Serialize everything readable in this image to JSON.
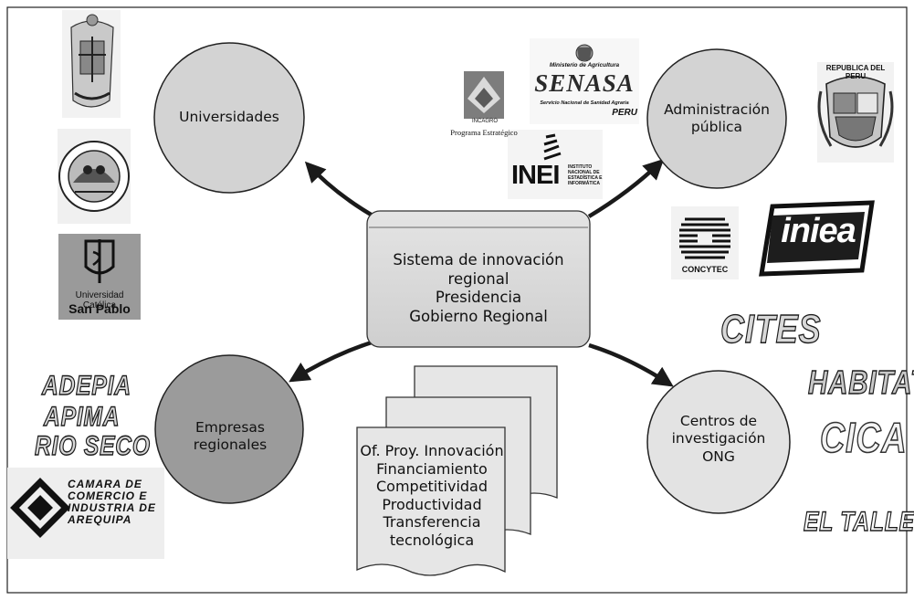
{
  "center": {
    "lines": [
      "Sistema de innovación",
      "regional",
      "Presidencia",
      "Gobierno Regional"
    ]
  },
  "nodes": {
    "universidades": "Universidades",
    "administracion": [
      "Administración",
      "pública"
    ],
    "empresas": [
      "Empresas",
      "regionales"
    ],
    "centros": [
      "Centros de",
      "investigación",
      "ONG"
    ]
  },
  "documents": {
    "lines": [
      "Of. Proy. Innovación",
      "Financiamiento",
      "Competitividad",
      "Productividad",
      "Transferencia tecnológica"
    ]
  },
  "logos": {
    "san_pablo": {
      "line1": "Universidad Católica",
      "line2": "San Pablo"
    },
    "senasa": {
      "top": "Ministerio de Agricultura",
      "name": "SENASA",
      "sub": "Servicio Nacional de Sanidad Agraria",
      "country": "PERU"
    },
    "programa": {
      "caption": "Programa Estratégico",
      "badge": "INCAGRO"
    },
    "inei": {
      "name": "INEI",
      "sub": [
        "INSTITUTO",
        "NACIONAL DE",
        "ESTADÍSTICA E",
        "INFORMÁTICA"
      ]
    },
    "republica": {
      "caption": "REPUBLICA DEL PERU"
    },
    "concytec": {
      "name": "CONCYTEC"
    },
    "iniea": {
      "name": "iniea"
    },
    "cites": "CITES",
    "habitat": "HABITAT",
    "cica": "CICA",
    "el_taller": "EL TALLER",
    "adepia": "ADEPIA",
    "apima": "APIMA",
    "rio_seco": "RIO SECO",
    "camara": [
      "CAMARA DE",
      "COMERCIO E",
      "INDUSTRIA DE",
      "AREQUIPA"
    ]
  },
  "colors": {
    "circle_light": "#d3d3d3",
    "circle_dark": "#9b9b9b",
    "center_box": "#dadada",
    "document": "#e6e6e6",
    "arrow": "#1a1a1a"
  }
}
